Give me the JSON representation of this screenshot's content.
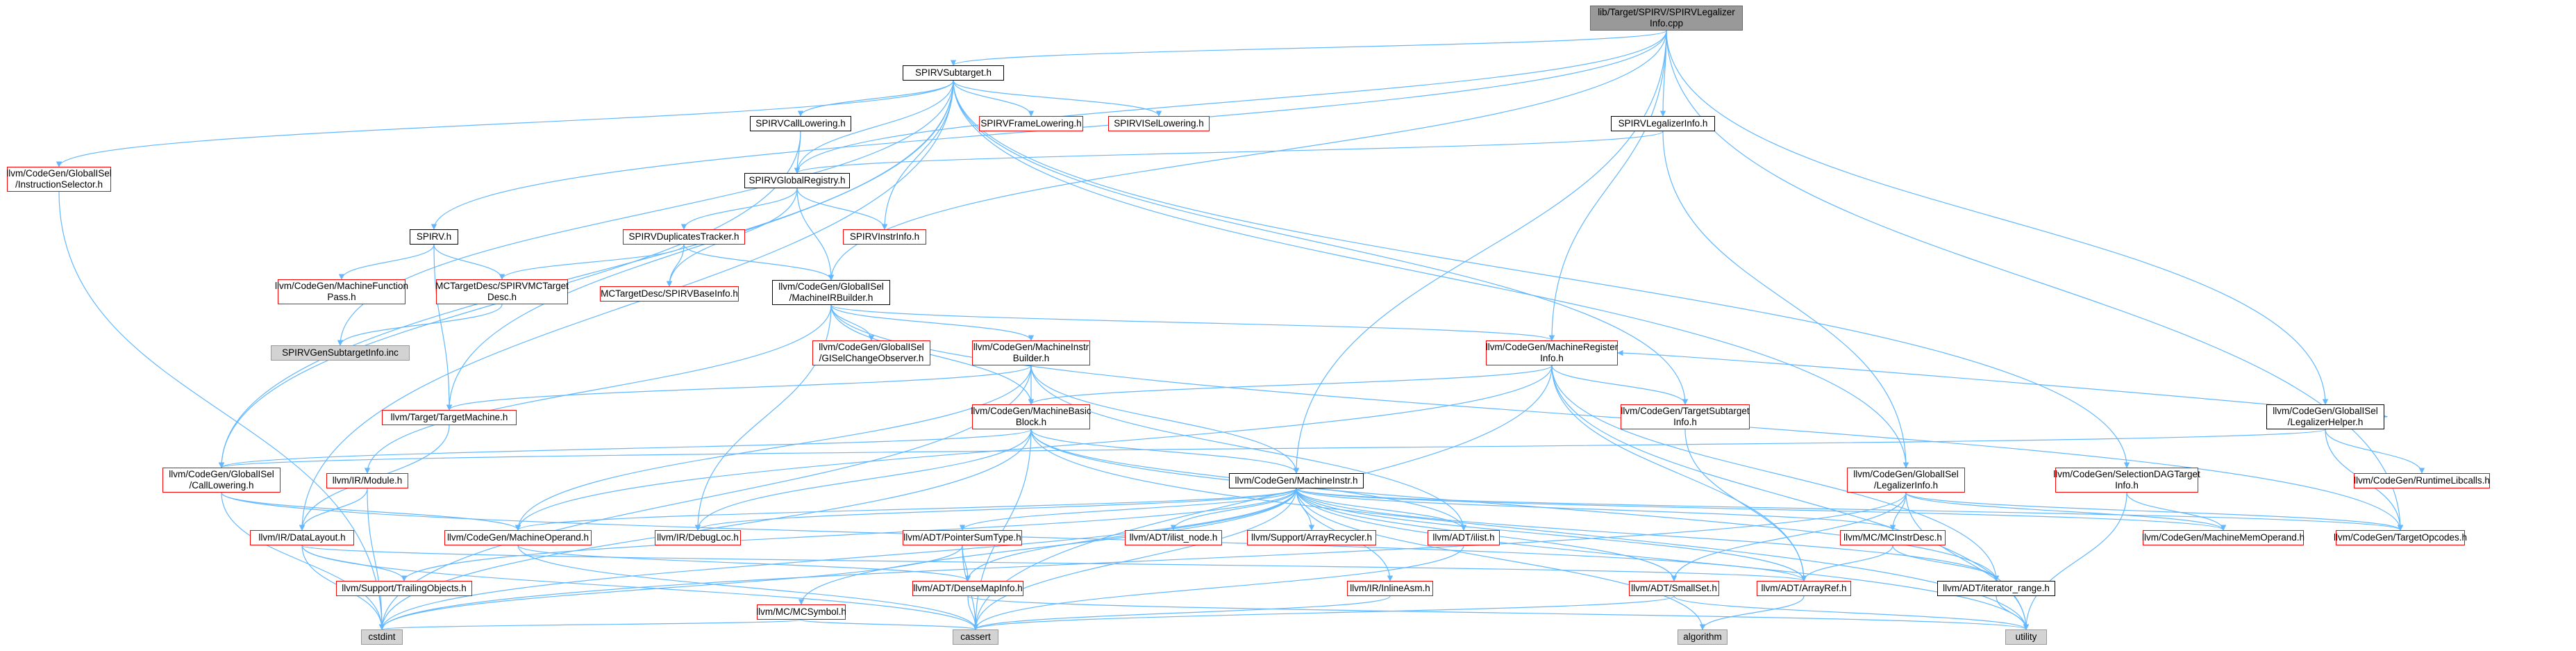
{
  "graph": {
    "nodes": [
      {
        "id": "root",
        "label": "lib/Target/SPIRV/SPIRVLegalizer\nInfo.cpp",
        "style": "root"
      },
      {
        "id": "subtarget",
        "label": "SPIRVSubtarget.h",
        "style": "plain"
      },
      {
        "id": "legalizerinfo_h",
        "label": "SPIRVLegalizerInfo.h",
        "style": "plain"
      },
      {
        "id": "calllowering_spirv",
        "label": "SPIRVCallLowering.h",
        "style": "plain"
      },
      {
        "id": "framelowering",
        "label": "SPIRVFrameLowering.h",
        "style": "red"
      },
      {
        "id": "isellowering",
        "label": "SPIRVISelLowering.h",
        "style": "red"
      },
      {
        "id": "instructionselector",
        "label": "llvm/CodeGen/GlobalISel\n/InstructionSelector.h",
        "style": "red"
      },
      {
        "id": "globalregistry",
        "label": "SPIRVGlobalRegistry.h",
        "style": "plain"
      },
      {
        "id": "spirv_h",
        "label": "SPIRV.h",
        "style": "plain"
      },
      {
        "id": "dupstracker",
        "label": "SPIRVDuplicatesTracker.h",
        "style": "red"
      },
      {
        "id": "instrinfo",
        "label": "SPIRVInstrInfo.h",
        "style": "red"
      },
      {
        "id": "mfpass",
        "label": "llvm/CodeGen/MachineFunction\nPass.h",
        "style": "red"
      },
      {
        "id": "mctargetdesc",
        "label": "MCTargetDesc/SPIRVMCTarget\nDesc.h",
        "style": "red"
      },
      {
        "id": "baseinfo",
        "label": "MCTargetDesc/SPIRVBaseInfo.h",
        "style": "red"
      },
      {
        "id": "mirbuilder",
        "label": "llvm/CodeGen/GlobalISel\n/MachineIRBuilder.h",
        "style": "plain"
      },
      {
        "id": "gensubtarget",
        "label": "SPIRVGenSubtargetInfo.inc",
        "style": "gray"
      },
      {
        "id": "gisel_observer",
        "label": "llvm/CodeGen/GlobalISel\n/GISelChangeObserver.h",
        "style": "red"
      },
      {
        "id": "mibuilder",
        "label": "llvm/CodeGen/MachineInstr\nBuilder.h",
        "style": "red"
      },
      {
        "id": "mreginfo",
        "label": "llvm/CodeGen/MachineRegister\nInfo.h",
        "style": "red"
      },
      {
        "id": "targetmachine",
        "label": "llvm/Target/TargetMachine.h",
        "style": "red"
      },
      {
        "id": "mbb",
        "label": "llvm/CodeGen/MachineBasic\nBlock.h",
        "style": "red"
      },
      {
        "id": "targetsubtarget",
        "label": "llvm/CodeGen/TargetSubtarget\nInfo.h",
        "style": "red"
      },
      {
        "id": "legalizerhelper",
        "label": "llvm/CodeGen/GlobalISel\n/LegalizerHelper.h",
        "style": "plain"
      },
      {
        "id": "gisel_calllowering",
        "label": "llvm/CodeGen/GlobalISel\n/CallLowering.h",
        "style": "red"
      },
      {
        "id": "ir_module",
        "label": "llvm/IR/Module.h",
        "style": "red"
      },
      {
        "id": "minstr",
        "label": "llvm/CodeGen/MachineInstr.h",
        "style": "plain"
      },
      {
        "id": "gisel_legalizerinfo",
        "label": "llvm/CodeGen/GlobalISel\n/LegalizerInfo.h",
        "style": "red"
      },
      {
        "id": "seldag",
        "label": "llvm/CodeGen/SelectionDAGTarget\nInfo.h",
        "style": "red"
      },
      {
        "id": "runtimelibcalls",
        "label": "llvm/CodeGen/RuntimeLibcalls.h",
        "style": "red"
      },
      {
        "id": "datalayout",
        "label": "llvm/IR/DataLayout.h",
        "style": "red"
      },
      {
        "id": "moperand",
        "label": "llvm/CodeGen/MachineOperand.h",
        "style": "red"
      },
      {
        "id": "debugloc",
        "label": "llvm/IR/DebugLoc.h",
        "style": "red"
      },
      {
        "id": "pointersumtype",
        "label": "llvm/ADT/PointerSumType.h",
        "style": "red"
      },
      {
        "id": "ilist_node",
        "label": "llvm/ADT/ilist_node.h",
        "style": "red"
      },
      {
        "id": "arrayrecycler",
        "label": "llvm/Support/ArrayRecycler.h",
        "style": "red"
      },
      {
        "id": "ilist",
        "label": "llvm/ADT/ilist.h",
        "style": "red"
      },
      {
        "id": "mcinstrdesc",
        "label": "llvm/MC/MCInstrDesc.h",
        "style": "red"
      },
      {
        "id": "mmo",
        "label": "llvm/CodeGen/MachineMemOperand.h",
        "style": "red"
      },
      {
        "id": "targetopcodes",
        "label": "llvm/CodeGen/TargetOpcodes.h",
        "style": "red"
      },
      {
        "id": "trailingobjects",
        "label": "llvm/Support/TrailingObjects.h",
        "style": "red"
      },
      {
        "id": "densemapinfo",
        "label": "llvm/ADT/DenseMapInfo.h",
        "style": "red"
      },
      {
        "id": "inlineasm",
        "label": "llvm/IR/InlineAsm.h",
        "style": "red"
      },
      {
        "id": "smallset",
        "label": "llvm/ADT/SmallSet.h",
        "style": "red"
      },
      {
        "id": "arrayref",
        "label": "llvm/ADT/ArrayRef.h",
        "style": "red"
      },
      {
        "id": "iterator_range",
        "label": "llvm/ADT/iterator_range.h",
        "style": "plain"
      },
      {
        "id": "mcsymbol",
        "label": "llvm/MC/MCSymbol.h",
        "style": "red"
      },
      {
        "id": "cstdint",
        "label": "cstdint",
        "style": "gray"
      },
      {
        "id": "cassert",
        "label": "cassert",
        "style": "gray"
      },
      {
        "id": "algorithm",
        "label": "algorithm",
        "style": "gray"
      },
      {
        "id": "utility",
        "label": "utility",
        "style": "gray"
      }
    ],
    "edges": [
      [
        "root",
        "subtarget"
      ],
      [
        "root",
        "legalizerinfo_h"
      ],
      [
        "root",
        "spirv_h"
      ],
      [
        "root",
        "globalregistry"
      ],
      [
        "root",
        "mirbuilder"
      ],
      [
        "root",
        "mreginfo"
      ],
      [
        "root",
        "minstr"
      ],
      [
        "root",
        "legalizerhelper"
      ],
      [
        "root",
        "targetopcodes"
      ],
      [
        "subtarget",
        "calllowering_spirv"
      ],
      [
        "subtarget",
        "framelowering"
      ],
      [
        "subtarget",
        "isellowering"
      ],
      [
        "subtarget",
        "instructionselector"
      ],
      [
        "subtarget",
        "globalregistry"
      ],
      [
        "subtarget",
        "instrinfo"
      ],
      [
        "subtarget",
        "gensubtarget"
      ],
      [
        "subtarget",
        "targetsubtarget"
      ],
      [
        "subtarget",
        "gisel_legalizerinfo"
      ],
      [
        "subtarget",
        "seldag"
      ],
      [
        "subtarget",
        "gisel_calllowering"
      ],
      [
        "subtarget",
        "datalayout"
      ],
      [
        "subtarget",
        "targetmachine"
      ],
      [
        "legalizerinfo_h",
        "globalregistry"
      ],
      [
        "legalizerinfo_h",
        "gisel_legalizerinfo"
      ],
      [
        "calllowering_spirv",
        "globalregistry"
      ],
      [
        "calllowering_spirv",
        "gisel_calllowering"
      ],
      [
        "instructionselector",
        "cstdint"
      ],
      [
        "globalregistry",
        "dupstracker"
      ],
      [
        "globalregistry",
        "instrinfo"
      ],
      [
        "globalregistry",
        "baseinfo"
      ],
      [
        "globalregistry",
        "mirbuilder"
      ],
      [
        "spirv_h",
        "mfpass"
      ],
      [
        "spirv_h",
        "mctargetdesc"
      ],
      [
        "spirv_h",
        "targetmachine"
      ],
      [
        "dupstracker",
        "mctargetdesc"
      ],
      [
        "dupstracker",
        "baseinfo"
      ],
      [
        "dupstracker",
        "mirbuilder"
      ],
      [
        "mctargetdesc",
        "gensubtarget"
      ],
      [
        "mirbuilder",
        "gisel_observer"
      ],
      [
        "mirbuilder",
        "mibuilder"
      ],
      [
        "mirbuilder",
        "mreginfo"
      ],
      [
        "mirbuilder",
        "mbb"
      ],
      [
        "mirbuilder",
        "debugloc"
      ],
      [
        "mirbuilder",
        "ir_module"
      ],
      [
        "mirbuilder",
        "targetopcodes"
      ],
      [
        "mibuilder",
        "mbb"
      ],
      [
        "mibuilder",
        "minstr"
      ],
      [
        "mibuilder",
        "moperand"
      ],
      [
        "mibuilder",
        "targetmachine"
      ],
      [
        "mibuilder",
        "cstdint"
      ],
      [
        "mibuilder",
        "ilist"
      ],
      [
        "mreginfo",
        "mbb"
      ],
      [
        "mreginfo",
        "targetsubtarget"
      ],
      [
        "mreginfo",
        "arrayref"
      ],
      [
        "mreginfo",
        "iterator_range"
      ],
      [
        "mreginfo",
        "cassert"
      ],
      [
        "mreginfo",
        "utility"
      ],
      [
        "mreginfo",
        "moperand"
      ],
      [
        "targetmachine",
        "datalayout"
      ],
      [
        "mbb",
        "minstr"
      ],
      [
        "mbb",
        "debugloc"
      ],
      [
        "mbb",
        "ilist"
      ],
      [
        "mbb",
        "iterator_range"
      ],
      [
        "mbb",
        "cstdint"
      ],
      [
        "mbb",
        "cassert"
      ],
      [
        "mbb",
        "utility"
      ],
      [
        "mbb",
        "gisel_calllowering"
      ],
      [
        "targetsubtarget",
        "arrayref"
      ],
      [
        "legalizerhelper",
        "gisel_calllowering"
      ],
      [
        "legalizerhelper",
        "runtimelibcalls"
      ],
      [
        "legalizerhelper",
        "targetopcodes"
      ],
      [
        "legalizerhelper",
        "mreginfo"
      ],
      [
        "gisel_calllowering",
        "moperand"
      ],
      [
        "gisel_calllowering",
        "cstdint"
      ],
      [
        "gisel_calllowering",
        "arrayref"
      ],
      [
        "ir_module",
        "datalayout"
      ],
      [
        "ir_module",
        "cstdint"
      ],
      [
        "minstr",
        "moperand"
      ],
      [
        "minstr",
        "debugloc"
      ],
      [
        "minstr",
        "pointersumtype"
      ],
      [
        "minstr",
        "ilist_node"
      ],
      [
        "minstr",
        "arrayrecycler"
      ],
      [
        "minstr",
        "ilist"
      ],
      [
        "minstr",
        "mcinstrdesc"
      ],
      [
        "minstr",
        "mmo"
      ],
      [
        "minstr",
        "targetopcodes"
      ],
      [
        "minstr",
        "trailingobjects"
      ],
      [
        "minstr",
        "densemapinfo"
      ],
      [
        "minstr",
        "inlineasm"
      ],
      [
        "minstr",
        "smallset"
      ],
      [
        "minstr",
        "arrayref"
      ],
      [
        "minstr",
        "iterator_range"
      ],
      [
        "minstr",
        "mcsymbol"
      ],
      [
        "minstr",
        "cstdint"
      ],
      [
        "minstr",
        "cassert"
      ],
      [
        "minstr",
        "algorithm"
      ],
      [
        "minstr",
        "utility"
      ],
      [
        "gisel_legalizerinfo",
        "mcinstrdesc"
      ],
      [
        "gisel_legalizerinfo",
        "mmo"
      ],
      [
        "gisel_legalizerinfo",
        "targetopcodes"
      ],
      [
        "gisel_legalizerinfo",
        "smallset"
      ],
      [
        "gisel_legalizerinfo",
        "cstdint"
      ],
      [
        "gisel_legalizerinfo",
        "utility"
      ],
      [
        "seldag",
        "mmo"
      ],
      [
        "seldag",
        "utility"
      ],
      [
        "datalayout",
        "trailingobjects"
      ],
      [
        "datalayout",
        "cstdint"
      ],
      [
        "datalayout",
        "cassert"
      ],
      [
        "datalayout",
        "arrayref"
      ],
      [
        "moperand",
        "densemapinfo"
      ],
      [
        "moperand",
        "cassert"
      ],
      [
        "pointersumtype",
        "densemapinfo"
      ],
      [
        "pointersumtype",
        "cassert"
      ],
      [
        "pointersumtype",
        "cstdint"
      ],
      [
        "ilist",
        "cassert"
      ],
      [
        "mcinstrdesc",
        "arrayref"
      ],
      [
        "mcinstrdesc",
        "iterator_range"
      ],
      [
        "densemapinfo",
        "cassert"
      ],
      [
        "densemapinfo",
        "utility"
      ],
      [
        "inlineasm",
        "cassert"
      ],
      [
        "smallset",
        "cassert"
      ],
      [
        "smallset",
        "utility"
      ],
      [
        "arrayref",
        "algorithm"
      ],
      [
        "iterator_range",
        "utility"
      ],
      [
        "mcsymbol",
        "cassert"
      ],
      [
        "mcsymbol",
        "cstdint"
      ]
    ]
  }
}
